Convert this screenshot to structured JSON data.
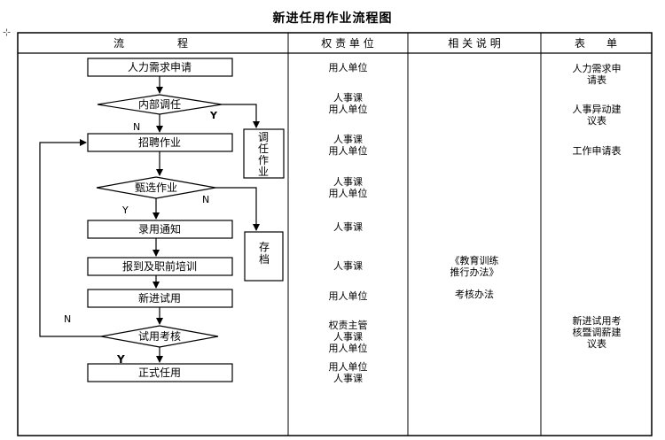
{
  "title": "新进任用作业流程图",
  "move_handle": "⊹",
  "headers": {
    "flow": "流　　　　　程",
    "responsibility": "权 责 单 位",
    "description": "相 关 说 明",
    "forms": "表　　单"
  },
  "flow": {
    "steps": {
      "demand": "人力需求申请",
      "internal": "内部调任",
      "recruit": "招聘作业",
      "screen": "甄选作业",
      "notify": "录用通知",
      "onboard": "报到及职前培训",
      "trial": "新进试用",
      "assess": "试用考核",
      "formal": "正式任用"
    },
    "side": {
      "transfer": "调任作业",
      "archive": "存档"
    },
    "labels": {
      "internal_y": "Y",
      "internal_n": "N",
      "screen_n": "N",
      "screen_y": "Y",
      "assess_n": "N",
      "assess_y": "Y"
    }
  },
  "responsibility": [
    "用人单位",
    "人事课\n用人单位",
    "人事课\n用人单位",
    "人事课\n用人单位",
    "人事课",
    "人事课",
    "用人单位",
    "权责主管\n人事课\n用人单位",
    "用人单位\n人事课"
  ],
  "description": [
    "《教育训练\n推行办法》",
    "考核办法"
  ],
  "forms": [
    "人力需求申\n请表",
    "人事异动建\n议表",
    "工作申请表",
    "新进试用考\n核暨调薪建\n议表"
  ]
}
